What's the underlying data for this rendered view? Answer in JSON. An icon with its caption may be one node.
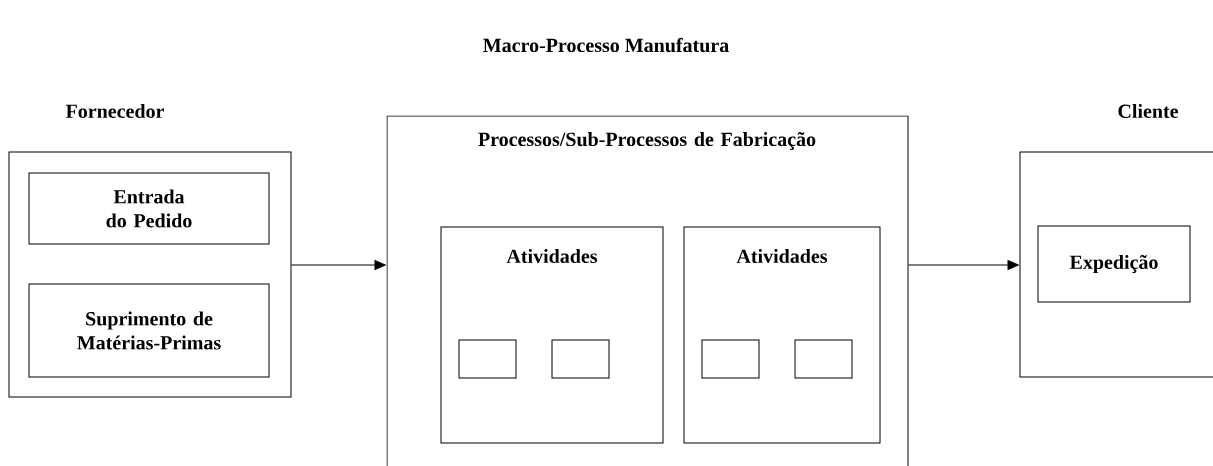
{
  "diagram": {
    "title": "Macro-Processo Manufatura",
    "nodes": [
      {
        "text": [
          "Fornecedor"
        ]
      },
      {
        "text": [
          "Entrada do Pedido"
        ],
        "in": 0
      },
      {
        "text": [
          "Suprimento de Matérias-Primas"
        ],
        "in": 0
      },
      {
        "text": [
          "Processos/Sub-Processos de Fabricação"
        ]
      },
      {
        "text": [
          "Atividades"
        ],
        "in": 3
      },
      {
        "text": [],
        "shape": "box",
        "in": 4
      },
      {
        "text": [],
        "shape": "box",
        "in": 4
      },
      {
        "text": [
          "Atividades"
        ],
        "in": 3
      },
      {
        "text": [],
        "shape": "box",
        "in": 7
      },
      {
        "text": [],
        "shape": "box",
        "in": 7
      },
      {
        "text": [
          "Cliente"
        ]
      },
      {
        "text": [
          "Expedição"
        ],
        "in": 10
      }
    ],
    "edges": [
      {
        "from": 0,
        "to": 3,
        "arrow": "to"
      },
      {
        "from": 3,
        "to": 10,
        "arrow": "to"
      }
    ]
  }
}
